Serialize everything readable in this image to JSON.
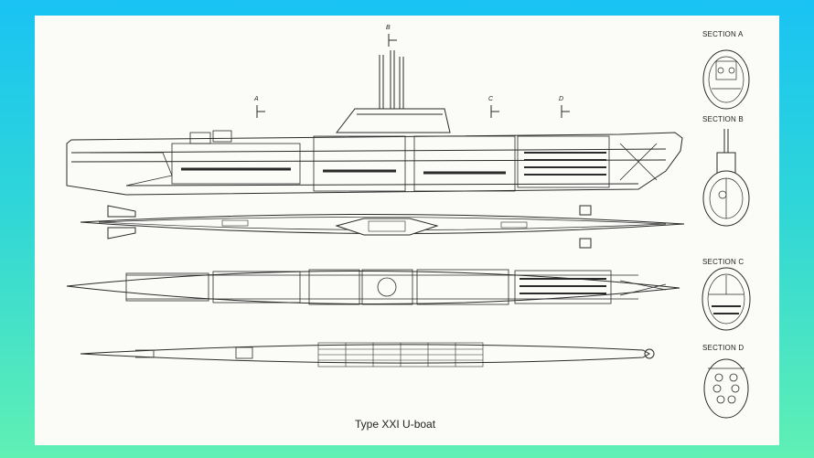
{
  "drawing": {
    "caption": "Type XXI U-boat",
    "section_markers": [
      "A",
      "B",
      "C",
      "D"
    ],
    "sections": [
      {
        "label": "SECTION A"
      },
      {
        "label": "SECTION B"
      },
      {
        "label": "SECTION C"
      },
      {
        "label": "SECTION D"
      }
    ]
  },
  "colors": {
    "frame_top": "#19c3f3",
    "frame_bottom": "#5ff0b4",
    "paper": "#fbfbf8",
    "ink": "#2a2a2a"
  }
}
